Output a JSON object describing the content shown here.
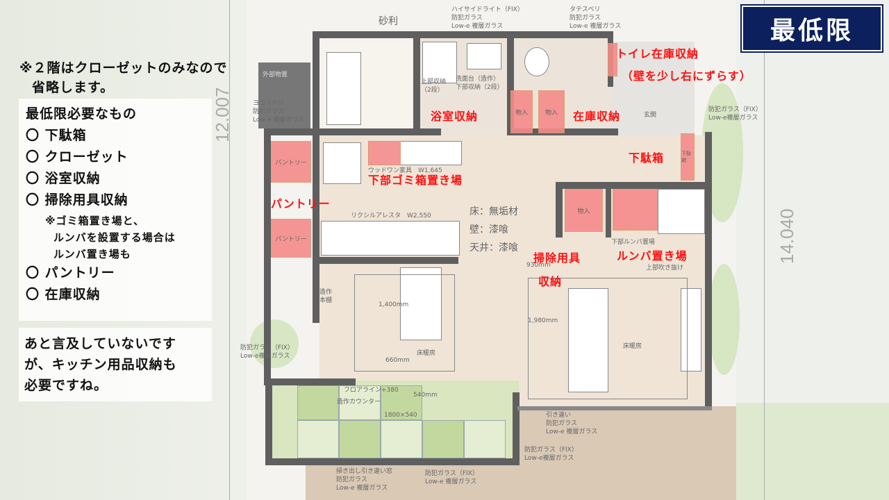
{
  "badge": {
    "title": "最低限"
  },
  "notes": {
    "intro": [
      "※２階はクローゼットのみなので",
      "省略します。"
    ],
    "list_title": "最低限必要なもの",
    "items": [
      "〇 下駄箱",
      "〇 クローゼット",
      "〇 浴室収納",
      "〇 掃除用具収納"
    ],
    "sub_note": [
      "※ゴミ箱置き場と、",
      "ルンバを設置する場合は",
      "ルンバ置き場も"
    ],
    "items2": [
      "〇 パントリー",
      "〇 在庫収納"
    ],
    "footer": [
      "あと言及していないです",
      "が、キッチン用品収納も",
      "必要ですね。"
    ]
  },
  "dimensions": {
    "left": "12.007",
    "right": "14.040"
  },
  "red_labels": {
    "toilet_storage": "トイレ在庫収納",
    "toilet_note": "（壁を少し右にずらす）",
    "bath_storage": "浴室収納",
    "stock_storage": "在庫収納",
    "shoe_box": "下駄箱",
    "trash": "下部ゴミ箱置き場",
    "pantry": "パントリー",
    "cleaning1": "掃除用具",
    "cleaning2": "収納",
    "roomba": "ルンバ置き場"
  },
  "boxes": {
    "monoire": "物入",
    "pantry": "パントリー",
    "shoe": "下駄箱"
  },
  "plan_labels": {
    "gravel": "砂利",
    "highside": "ハイサイドライト（FIX）\n防犯ガラス\nLow-e 複層ガラス",
    "tateslide": "タテスベリ\n防犯ガラス\nLow-e 複層ガラス",
    "storage_ext": "外部物置",
    "yokoslide": "ヨコスベリ\n防犯ガラス\nLow-e 複層ガラス",
    "upper_storage": "上部収納\n（2段）",
    "washbasin": "洗面台（造作）\n下部収納（2段）",
    "entrance": "玄関",
    "fix_right": "防犯ガラス（FIX）\nLow-e複層ガラス",
    "woodone": "ウッドワン家具　W1,645",
    "lixil": "リクシルアレスタ　W2,550",
    "floor": "床：無垢材",
    "wall": "壁：漆喰",
    "ceiling": "天井：漆喰",
    "roomba_under": "下部ルンバ置場",
    "fukinuke": "上部吹き抜け",
    "d930": "930mm",
    "bookshelf": "造作\n本棚",
    "d1400": "1,400mm",
    "d1980": "1,980mm",
    "heat1": "床暖房",
    "heat2": "床暖房",
    "d660": "660mm",
    "fix_left": "防犯ガラス（FIX）\nLow-e複層ガラス",
    "floorline": "フロアライン+380",
    "counter": "造作カウンター",
    "counter_size": "1800×540",
    "d540": "540mm",
    "slide": "引き違い\n防犯ガラス\nLow-e 複層ガラス",
    "fix_deck": "防犯ガラス（FIX）\nLow-e複層ガラス",
    "sweep": "掃き出し引き違い窓\n防犯ガラス\nLow-e 複層ガラス",
    "fix_bottom": "防犯ガラス（FIX）\nLow-e 複層ガラス"
  }
}
